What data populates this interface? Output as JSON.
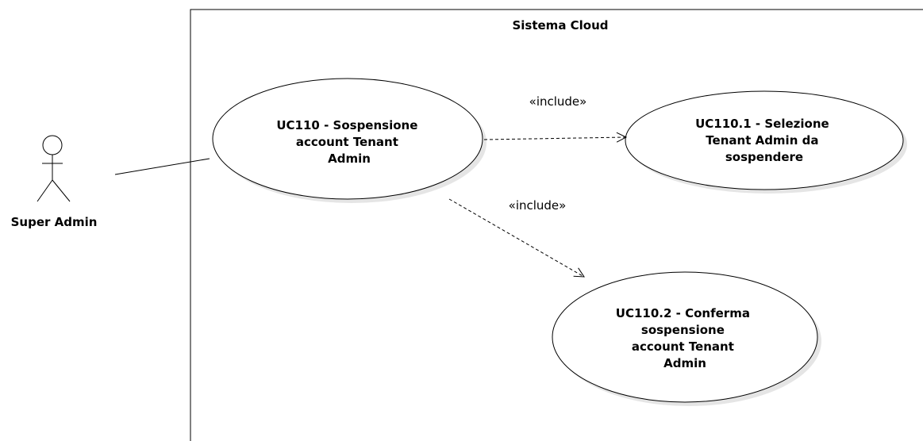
{
  "system": {
    "title": "Sistema Cloud"
  },
  "actor": {
    "name": "Super Admin"
  },
  "use_cases": {
    "uc110": {
      "lines": [
        "UC110 - Sospensione",
        "account Tenant",
        "Admin"
      ]
    },
    "uc110_1": {
      "lines": [
        "UC110.1 - Selezione",
        "Tenant Admin da",
        "sospendere"
      ]
    },
    "uc110_2": {
      "lines": [
        "UC110.2 - Conferma",
        "sospensione",
        "account Tenant",
        "Admin"
      ]
    }
  },
  "relations": {
    "include_1": "«include»",
    "include_2": "«include»"
  },
  "colors": {
    "stroke": "#000000",
    "shadow": "#e5e5e5",
    "fill": "#ffffff"
  }
}
